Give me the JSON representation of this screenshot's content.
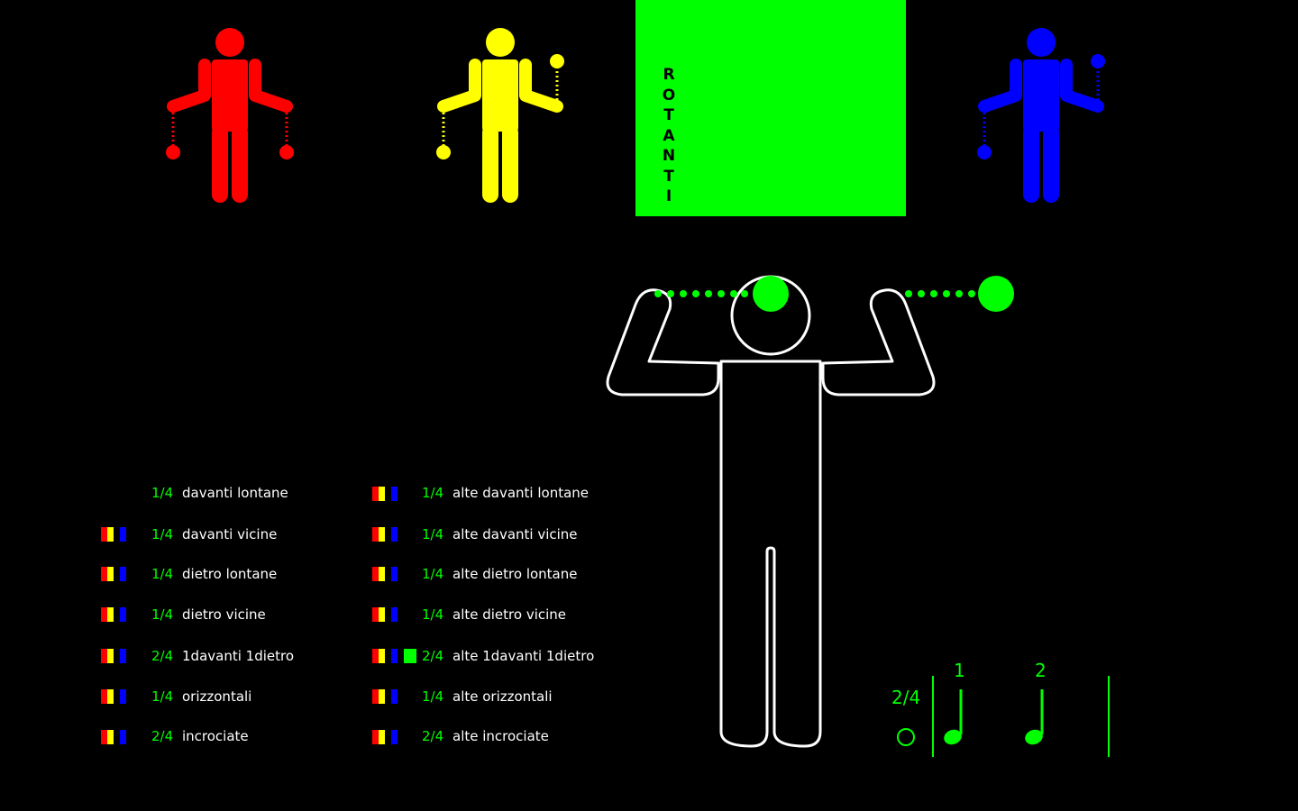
{
  "panel": {
    "title_letters": [
      "R",
      "O",
      "T",
      "A",
      "N",
      "T",
      "I"
    ]
  },
  "figures": [
    {
      "name": "red-figure",
      "color": "#ff0000"
    },
    {
      "name": "yellow-figure",
      "color": "#ffff00"
    },
    {
      "name": "blue-figure",
      "color": "#0000ff"
    }
  ],
  "colors": {
    "red": "#ff0000",
    "yellow": "#ffff00",
    "blue": "#0000ff",
    "green": "#00ff00",
    "white": "#ffffff"
  },
  "left_column": [
    {
      "fraction": "1/4",
      "label": "davanti lontane",
      "swatches": false
    },
    {
      "fraction": "1/4",
      "label": "davanti vicine",
      "swatches": true
    },
    {
      "fraction": "1/4",
      "label": "dietro lontane",
      "swatches": true
    },
    {
      "fraction": "1/4",
      "label": "dietro vicine",
      "swatches": true
    },
    {
      "fraction": "2/4",
      "label": "1davanti 1dietro",
      "swatches": true
    },
    {
      "fraction": "1/4",
      "label": "orizzontali",
      "swatches": true
    },
    {
      "fraction": "2/4",
      "label": "incrociate",
      "swatches": true
    }
  ],
  "right_column": [
    {
      "fraction": "1/4",
      "label": "alte davanti lontane",
      "green": false
    },
    {
      "fraction": "1/4",
      "label": "alte davanti vicine",
      "green": false
    },
    {
      "fraction": "1/4",
      "label": "alte dietro lontane",
      "green": false
    },
    {
      "fraction": "1/4",
      "label": "alte dietro vicine",
      "green": false
    },
    {
      "fraction": "2/4",
      "label": "alte 1davanti 1dietro",
      "green": true
    },
    {
      "fraction": "1/4",
      "label": "alte orizzontali",
      "green": false
    },
    {
      "fraction": "2/4",
      "label": "alte incrociate",
      "green": false
    }
  ],
  "notation": {
    "time_signature": "2/4",
    "beat_1": "1",
    "beat_2": "2"
  }
}
